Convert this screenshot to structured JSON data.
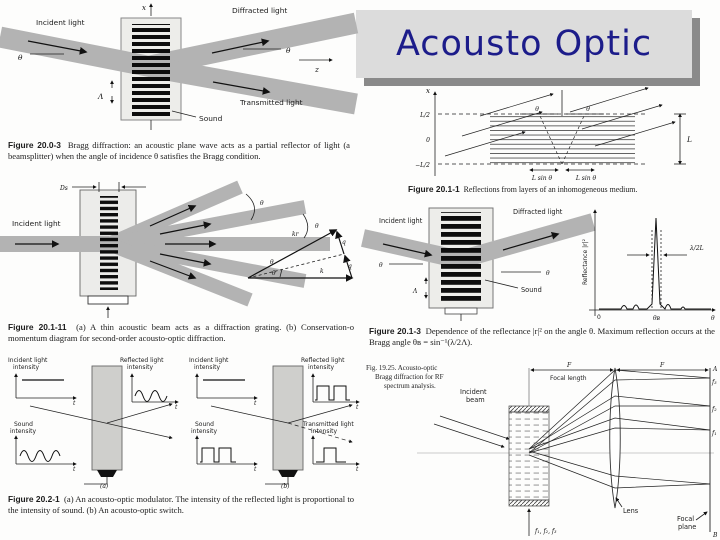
{
  "slide": {
    "title": "Acousto Optic"
  },
  "colors": {
    "title_text": "#1c1c8a",
    "title_bg": "#dcdcdc",
    "title_shadow": "#8a8a8a",
    "beam_gray": "#b3b3b3",
    "cell_fill": "#ededea",
    "page_bg": "#fdfdfc"
  },
  "figures": {
    "f2003": {
      "tag": "Figure 20.0-3",
      "caption": "Bragg diffraction: an acoustic plane wave acts as a partial reflector of light (a beamsplitter) when the angle of incidence θ satisfies the Bragg condition.",
      "labels": {
        "incident": "Incident light",
        "diffracted": "Diffracted light",
        "transmitted": "Transmitted light",
        "sound": "Sound",
        "x": "x",
        "z": "z",
        "theta": "θ",
        "lambda": "Λ"
      }
    },
    "f2011": {
      "tag": "Figure 20.1-1",
      "caption": "Reflections from layers of an inhomogeneous medium.",
      "labels": {
        "x": "x",
        "l_half": "L/2",
        "zero": "0",
        "neg_l_half": "−L/2",
        "theta": "θ",
        "l_sin": "L sin θ",
        "L": "L"
      }
    },
    "f20111": {
      "tag": "Figure 20.1-11",
      "caption": "(a) A thin acoustic beam acts as a diffraction grating. (b) Conservation-o momentum diagram for second-order acousto-optic diffraction.",
      "labels": {
        "incident": "Incident light",
        "ds": "Ds",
        "theta": "θ",
        "kr": "kr",
        "k": "k",
        "q": "q"
      }
    },
    "f2013": {
      "tag": "Figure 20.1-3",
      "caption": "Dependence of the reflectance |r|² on the angle θ. Maximum reflection occurs at the Bragg angle θʙ = sin⁻¹(λ/2Λ).",
      "labels": {
        "incident": "Incident light",
        "diffracted": "Diffracted light",
        "sound": "Sound",
        "theta": "θ",
        "lambda": "Λ",
        "reflectance": "Reflectance |r|²",
        "zero": "0",
        "theta_b": "θʙ",
        "theta_axis": "θ",
        "peak_width": "λ/2L"
      }
    },
    "f2021": {
      "tag": "Figure 20.2-1",
      "caption": "(a) An acousto-optic modulator. The intensity of the reflected light is proportional to the intensity of sound. (b) An acousto-optic switch.",
      "labels": {
        "incident": "Incident light",
        "reflected": "Reflected light",
        "sound": "Sound",
        "transmitted": "Transmitted light",
        "intensity": "intensity",
        "a": "(a)",
        "b": "(b)",
        "t": "t"
      }
    },
    "f1925": {
      "caption_lines": [
        "Fig. 19.25.  Acousto-optic",
        "Bragg diffraction for RF",
        "spectrum analysis."
      ],
      "labels": {
        "incident1": "Incident",
        "incident2": "beam",
        "F": "F",
        "focal_length": "Focal length",
        "lens": "Lens",
        "focal1": "Focal",
        "focal2": "plane",
        "A": "A",
        "B": "B",
        "f3": "f₃",
        "f2": "f₂",
        "f1": "f₁",
        "f123": "f₁, f₂, f₃"
      }
    }
  }
}
